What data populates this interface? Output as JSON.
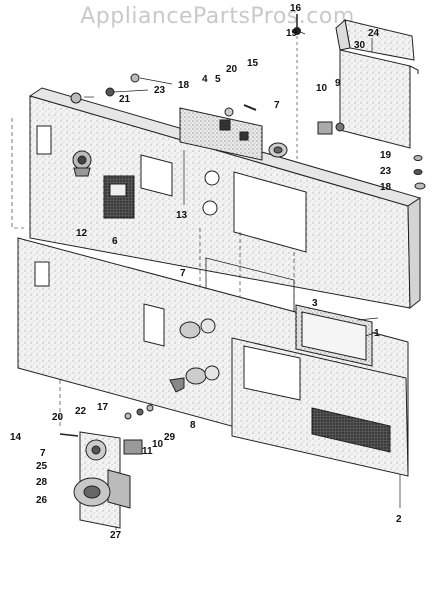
{
  "watermark": "AppliancePartsPros.com",
  "colors": {
    "ink": "#222222",
    "panel": "#f1f1f1",
    "speckle": "#9a9a9a",
    "watermark": "#c9c9c9"
  },
  "callouts": [
    {
      "id": "c16",
      "text": "16"
    },
    {
      "id": "c19a",
      "text": "19"
    },
    {
      "id": "c24",
      "text": "24"
    },
    {
      "id": "c30",
      "text": "30"
    },
    {
      "id": "c15",
      "text": "15"
    },
    {
      "id": "c20a",
      "text": "20"
    },
    {
      "id": "c4",
      "text": "4"
    },
    {
      "id": "c5",
      "text": "5"
    },
    {
      "id": "c18a",
      "text": "18"
    },
    {
      "id": "c23a",
      "text": "23"
    },
    {
      "id": "c21",
      "text": "21"
    },
    {
      "id": "c9",
      "text": "9"
    },
    {
      "id": "c10a",
      "text": "10"
    },
    {
      "id": "c7a",
      "text": "7"
    },
    {
      "id": "c19b",
      "text": "19"
    },
    {
      "id": "c23b",
      "text": "23"
    },
    {
      "id": "c18b",
      "text": "18"
    },
    {
      "id": "c13",
      "text": "13"
    },
    {
      "id": "c12",
      "text": "12"
    },
    {
      "id": "c6",
      "text": "6"
    },
    {
      "id": "c7b",
      "text": "7"
    },
    {
      "id": "c3",
      "text": "3"
    },
    {
      "id": "c1",
      "text": "1"
    },
    {
      "id": "c8",
      "text": "8"
    },
    {
      "id": "c20b",
      "text": "20"
    },
    {
      "id": "c22",
      "text": "22"
    },
    {
      "id": "c17",
      "text": "17"
    },
    {
      "id": "c14",
      "text": "14"
    },
    {
      "id": "c7c",
      "text": "7"
    },
    {
      "id": "c25",
      "text": "25"
    },
    {
      "id": "c28",
      "text": "28"
    },
    {
      "id": "c26",
      "text": "26"
    },
    {
      "id": "c29",
      "text": "29"
    },
    {
      "id": "c10b",
      "text": "10"
    },
    {
      "id": "c11",
      "text": "11"
    },
    {
      "id": "c27",
      "text": "27"
    },
    {
      "id": "c2",
      "text": "2"
    }
  ]
}
